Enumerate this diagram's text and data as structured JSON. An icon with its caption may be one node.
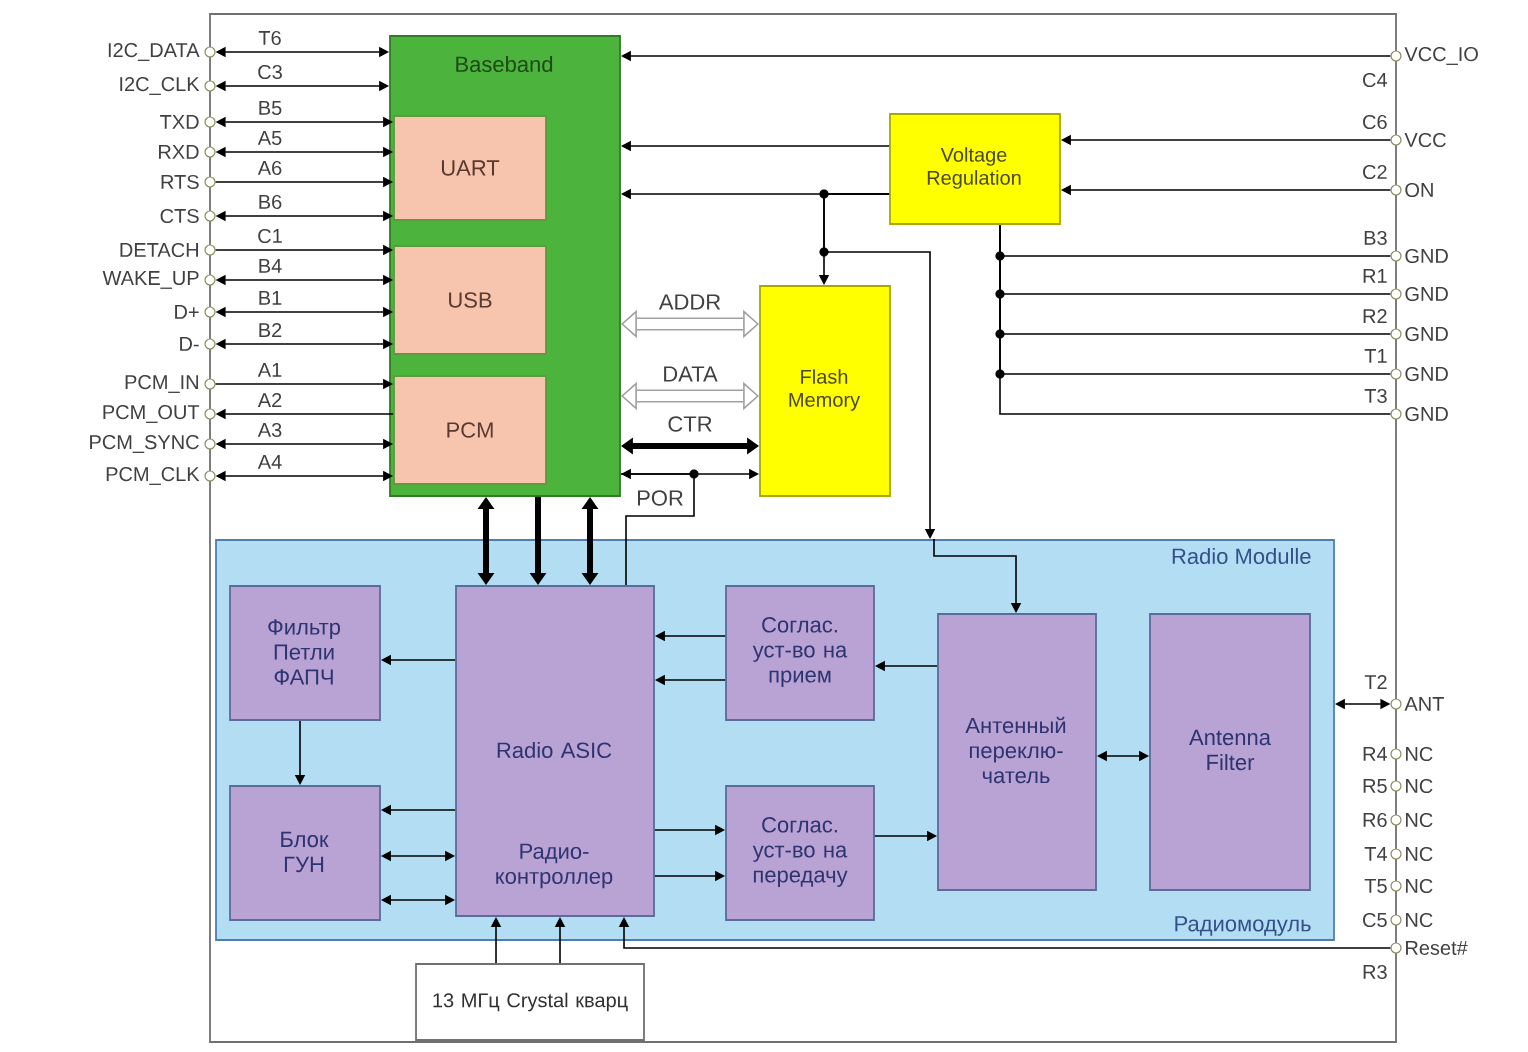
{
  "diagram": {
    "nodes": [
      {
        "text": [],
        "shape": "box"
      },
      {
        "text": [
          "Baseband"
        ],
        "in": 0
      },
      {
        "text": [
          "UART"
        ],
        "in": 1
      },
      {
        "text": [
          "USB"
        ],
        "in": 1
      },
      {
        "text": [
          "PCM"
        ],
        "in": 1
      },
      {
        "text": [
          "Voltage Regulation"
        ],
        "in": 0
      },
      {
        "text": [
          "Flash Memory"
        ],
        "in": 0
      },
      {
        "text": [
          "Radio Modulle",
          "Радиомодуль"
        ],
        "in": 0
      },
      {
        "text": [
          "Фильтр Петли ФАПЧ"
        ],
        "in": 7
      },
      {
        "text": [
          "Radio ASIC",
          "Радио- контроллер"
        ],
        "in": 7
      },
      {
        "text": [
          "Соглас. уст-во на прием"
        ],
        "in": 7
      },
      {
        "text": [
          "Соглас. уст-во на передачу"
        ],
        "in": 7
      },
      {
        "text": [
          "Блок ГУН"
        ],
        "in": 7
      },
      {
        "text": [
          "Антенный переклю- чатель"
        ],
        "in": 7
      },
      {
        "text": [
          "Antenna Filter"
        ],
        "in": 7
      },
      {
        "text": [
          "13 МГц Crystal кварц"
        ],
        "in": 0
      },
      {
        "text": [
          "I2C_DATA"
        ],
        "beside": [
          "T6"
        ]
      },
      {
        "text": [
          "I2C_CLK"
        ],
        "beside": [
          "C3"
        ]
      },
      {
        "text": [
          "TXD"
        ],
        "beside": [
          "B5"
        ]
      },
      {
        "text": [
          "RXD"
        ],
        "beside": [
          "A5"
        ]
      },
      {
        "text": [
          "RTS"
        ],
        "beside": [
          "A6"
        ]
      },
      {
        "text": [
          "CTS"
        ],
        "beside": [
          "B6"
        ]
      },
      {
        "text": [
          "DETACH"
        ],
        "beside": [
          "C1"
        ]
      },
      {
        "text": [
          "WAKE_UP"
        ],
        "beside": [
          "B4"
        ]
      },
      {
        "text": [
          "D+"
        ],
        "beside": [
          "B1"
        ]
      },
      {
        "text": [
          "D-"
        ],
        "beside": [
          "B2"
        ]
      },
      {
        "text": [
          "PCM_IN"
        ],
        "beside": [
          "A1"
        ]
      },
      {
        "text": [
          "PCM_OUT"
        ],
        "beside": [
          "A2"
        ]
      },
      {
        "text": [
          "PCM_SYNC"
        ],
        "beside": [
          "A3"
        ]
      },
      {
        "text": [
          "PCM_CLK"
        ],
        "beside": [
          "A4"
        ]
      },
      {
        "text": [
          "VCC_IO"
        ],
        "beside": [
          "C4"
        ]
      },
      {
        "text": [
          "VCC"
        ],
        "beside": [
          "C6"
        ]
      },
      {
        "text": [
          "ON"
        ],
        "beside": [
          "C2"
        ]
      },
      {
        "text": [
          "GND"
        ],
        "beside": [
          "B3"
        ]
      },
      {
        "text": [
          "GND"
        ],
        "beside": [
          "R1"
        ]
      },
      {
        "text": [
          "GND"
        ],
        "beside": [
          "R2"
        ]
      },
      {
        "text": [
          "GND"
        ],
        "beside": [
          "T1"
        ]
      },
      {
        "text": [
          "GND"
        ],
        "beside": [
          "T3"
        ]
      },
      {
        "text": [
          "ANT"
        ],
        "beside": [
          "T2"
        ]
      },
      {
        "text": [
          "NC"
        ],
        "beside": [
          "R4"
        ]
      },
      {
        "text": [
          "NC"
        ],
        "beside": [
          "R5"
        ]
      },
      {
        "text": [
          "NC"
        ],
        "beside": [
          "R6"
        ]
      },
      {
        "text": [
          "NC"
        ],
        "beside": [
          "T4"
        ]
      },
      {
        "text": [
          "NC"
        ],
        "beside": [
          "T5"
        ]
      },
      {
        "text": [
          "NC"
        ],
        "beside": [
          "C5"
        ]
      },
      {
        "text": [
          "Reset#"
        ],
        "beside": [
          "R3"
        ]
      }
    ],
    "edges": [
      {
        "from": 16,
        "to": 1,
        "arrow": "both"
      },
      {
        "from": 17,
        "to": 1,
        "arrow": "both"
      },
      {
        "from": 18,
        "to": 2,
        "arrow": "both"
      },
      {
        "from": 19,
        "to": 2,
        "arrow": "both"
      },
      {
        "from": 20,
        "to": 2,
        "arrow": "to"
      },
      {
        "from": 21,
        "to": 2,
        "arrow": "both"
      },
      {
        "from": 22,
        "to": 3,
        "arrow": "to"
      },
      {
        "from": 23,
        "to": 3,
        "arrow": "both"
      },
      {
        "from": 24,
        "to": 3,
        "arrow": "both"
      },
      {
        "from": 25,
        "to": 3,
        "arrow": "both"
      },
      {
        "from": 26,
        "to": 4,
        "arrow": "to"
      },
      {
        "from": 4,
        "to": 27,
        "arrow": "to"
      },
      {
        "from": 28,
        "to": 4,
        "arrow": "both"
      },
      {
        "from": 29,
        "to": 4,
        "arrow": "both"
      },
      {
        "from": 30,
        "to": 1,
        "arrow": "to"
      },
      {
        "from": 31,
        "to": 5,
        "arrow": "to"
      },
      {
        "from": 32,
        "to": 5,
        "arrow": "to"
      },
      {
        "from": 33,
        "to": 5,
        "arrow": "none"
      },
      {
        "from": 34,
        "to": 5,
        "arrow": "none"
      },
      {
        "from": 35,
        "to": 5,
        "arrow": "none"
      },
      {
        "from": 36,
        "to": 5,
        "arrow": "none"
      },
      {
        "from": 37,
        "to": 5,
        "arrow": "none"
      },
      {
        "from": 5,
        "to": 1,
        "arrow": "to"
      },
      {
        "from": 5,
        "to": 1,
        "arrow": "to"
      },
      {
        "from": 5,
        "to": 6,
        "arrow": "to"
      },
      {
        "from": 5,
        "to": 7,
        "arrow": "to"
      },
      {
        "from": 7,
        "to": 13,
        "arrow": "to"
      },
      {
        "from": 1,
        "to": 6,
        "arrow": "both",
        "label": "ADDR",
        "style": "thick",
        "color": "#a0a0a0"
      },
      {
        "from": 1,
        "to": 6,
        "arrow": "both",
        "label": "DATA",
        "style": "thick",
        "color": "#a0a0a0"
      },
      {
        "from": 1,
        "to": 6,
        "arrow": "both",
        "label": "CTR",
        "style": "thick"
      },
      {
        "from": 1,
        "to": 6,
        "arrow": "both"
      },
      {
        "from": 9,
        "to": 1,
        "arrow": "none",
        "label": "POR"
      },
      {
        "from": 1,
        "to": 9,
        "arrow": "both",
        "style": "thick"
      },
      {
        "from": 1,
        "to": 9,
        "arrow": "to",
        "style": "thick"
      },
      {
        "from": 1,
        "to": 9,
        "arrow": "both",
        "style": "thick"
      },
      {
        "from": 10,
        "to": 9,
        "arrow": "to"
      },
      {
        "from": 10,
        "to": 9,
        "arrow": "to"
      },
      {
        "from": 9,
        "to": 8,
        "arrow": "to"
      },
      {
        "from": 9,
        "to": 11,
        "arrow": "to"
      },
      {
        "from": 9,
        "to": 11,
        "arrow": "to"
      },
      {
        "from": 8,
        "to": 12,
        "arrow": "to"
      },
      {
        "from": 9,
        "to": 12,
        "arrow": "to"
      },
      {
        "from": 12,
        "to": 9,
        "arrow": "both"
      },
      {
        "from": 12,
        "to": 9,
        "arrow": "both"
      },
      {
        "from": 13,
        "to": 10,
        "arrow": "to"
      },
      {
        "from": 11,
        "to": 13,
        "arrow": "to"
      },
      {
        "from": 13,
        "to": 14,
        "arrow": "both"
      },
      {
        "from": 38,
        "to": 7,
        "arrow": "both"
      },
      {
        "from": 15,
        "to": 9,
        "arrow": "to"
      },
      {
        "from": 15,
        "to": 9,
        "arrow": "to"
      },
      {
        "from": 45,
        "to": 9,
        "arrow": "to"
      }
    ]
  }
}
